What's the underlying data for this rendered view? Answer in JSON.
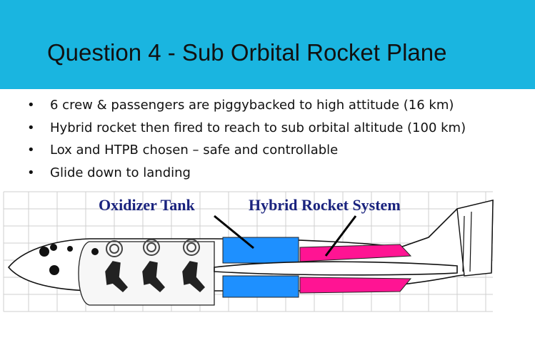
{
  "slide": {
    "title": "Question 4 - Sub Orbital Rocket Plane",
    "bullets": [
      "6 crew & passengers are piggybacked to high attitude (16 km)",
      " Hybrid rocket then fired to reach to sub orbital altitude (100 km)",
      "Lox and HTPB chosen – safe and controllable",
      "Glide down to landing"
    ]
  },
  "diagram": {
    "label_oxidizer": "Oxidizer Tank",
    "label_hybrid": "Hybrid Rocket System",
    "colors": {
      "header": "#1ab5e0",
      "oxidizer_tank": "#1e90ff",
      "rocket_fuel": "#ff1493",
      "label_text": "#1a237e"
    }
  }
}
